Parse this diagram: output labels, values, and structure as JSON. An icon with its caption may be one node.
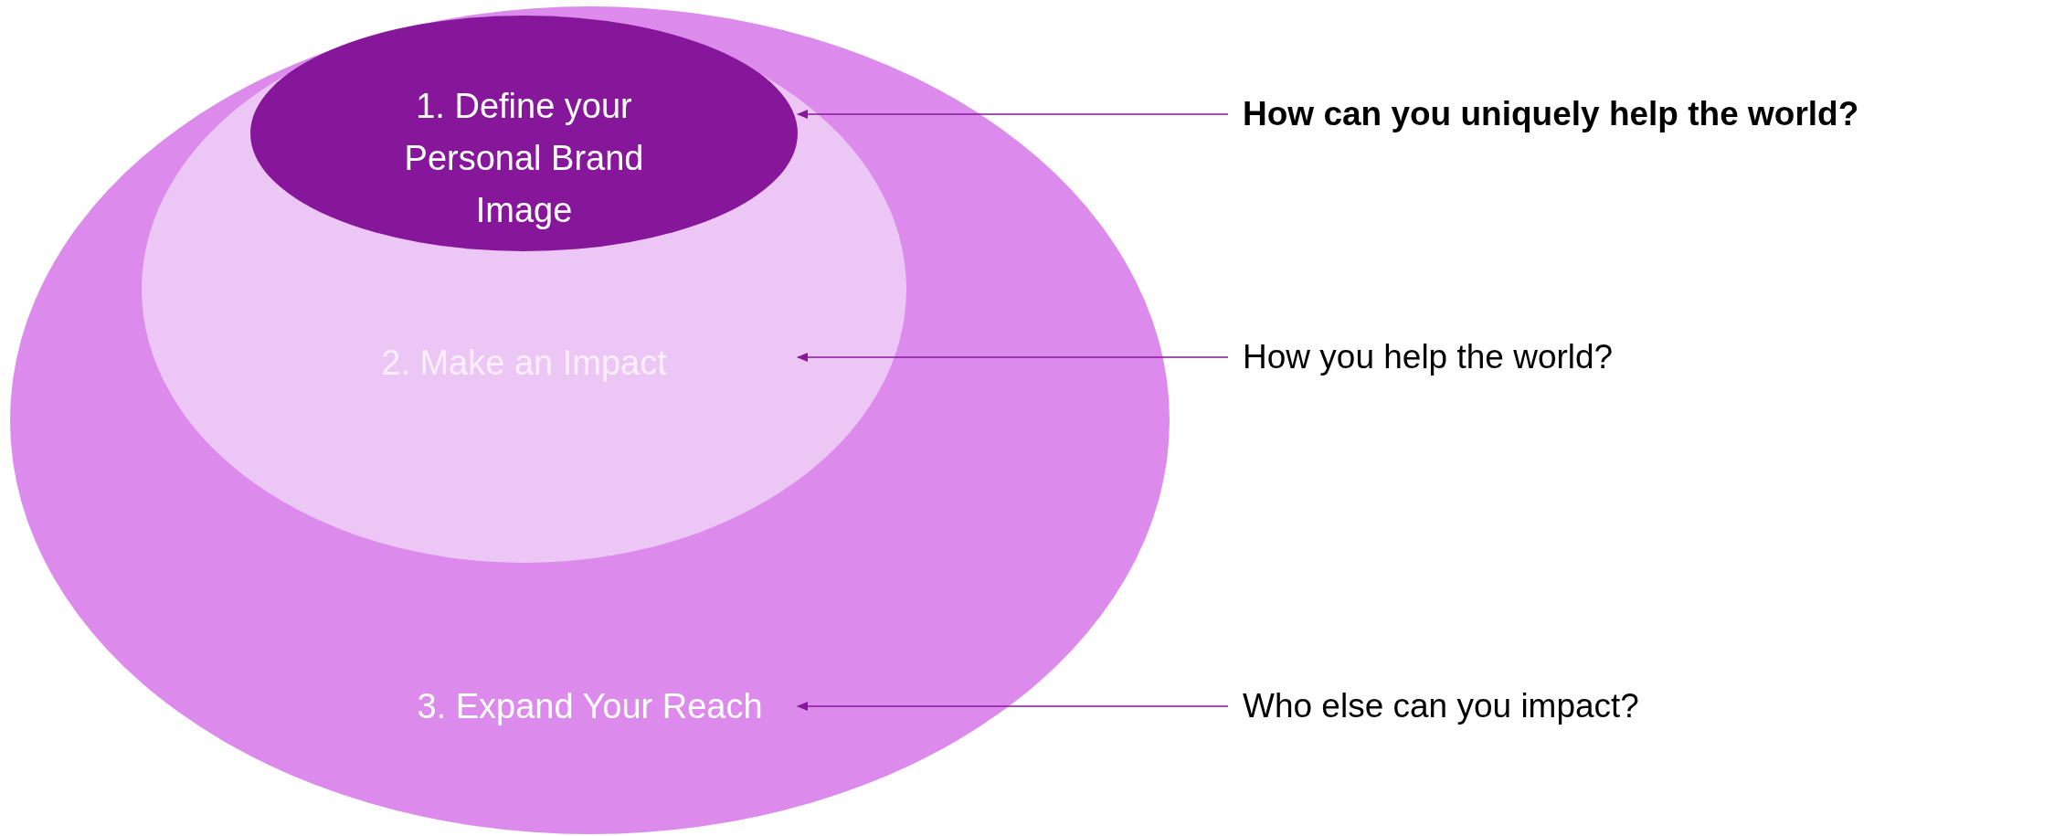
{
  "diagram": {
    "nodes": [
      {
        "text": [
          "3. Expand Your Reach"
        ]
      },
      {
        "text": [
          "2. Make an Impact"
        ],
        "in": 0
      },
      {
        "text": [
          "1. Define your Personal Brand Image"
        ],
        "in": 1
      },
      {
        "text": [
          "How can you uniquely help the world?"
        ]
      },
      {
        "text": [
          "How you help the world?"
        ]
      },
      {
        "text": [
          "Who else can you impact?"
        ]
      }
    ],
    "edges": [
      {
        "from": 3,
        "to": 2,
        "arrow": "to"
      },
      {
        "from": 4,
        "to": 1,
        "arrow": "to"
      },
      {
        "from": 5,
        "to": 0,
        "arrow": "to"
      }
    ]
  }
}
